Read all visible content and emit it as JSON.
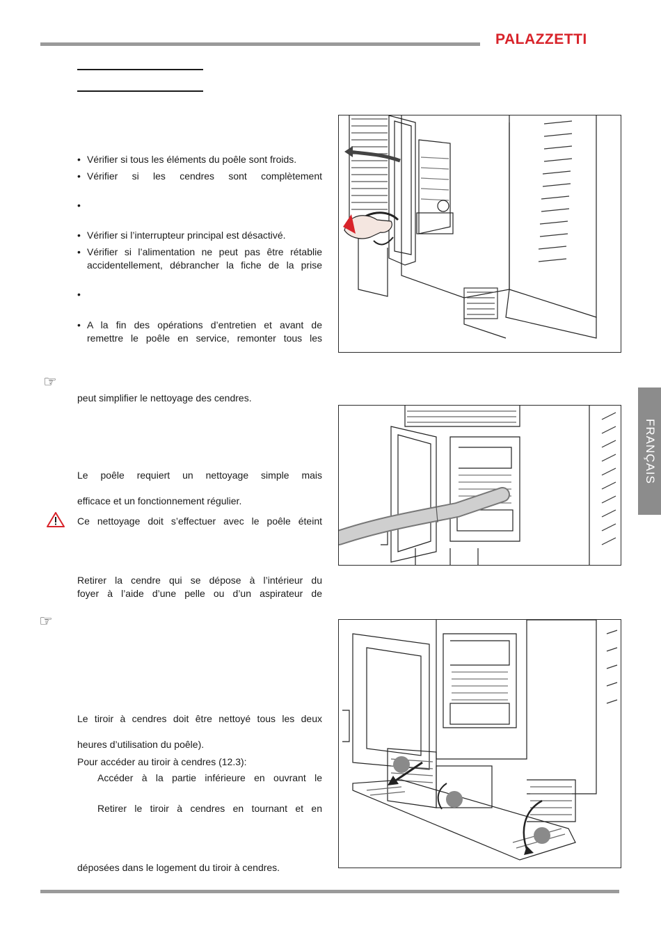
{
  "header": {
    "brand": "PALAZZETTI"
  },
  "side_tab": {
    "label": "FRANÇAIS"
  },
  "safety_bullets": [
    {
      "lines": [
        "Vérifier si tous les éléments du poêle sont froids."
      ]
    },
    {
      "lines": [
        "Vérifier si les cendres sont complètement"
      ]
    },
    {
      "lines": [
        ""
      ]
    },
    {
      "lines": [
        "Vérifier si l’interrupteur principal est désactivé."
      ]
    },
    {
      "lines": [
        "Vérifier si l’alimentation ne peut pas être rétablie",
        "accidentellement, débrancher la fiche de la prise"
      ]
    },
    {
      "lines": [
        ""
      ]
    },
    {
      "lines": [
        "A la fin des opérations d’entretien et avant de",
        "remettre le poêle en service, remonter tous les"
      ]
    }
  ],
  "note1": {
    "text": "peut simplifier le nettoyage des cendres."
  },
  "cleaning": {
    "line1": "Le poêle requiert un nettoyage simple mais",
    "line2": "efficace et un fonctionnement régulier.",
    "warning": "Ce nettoyage doit s’effectuer avec le poêle éteint"
  },
  "hearth": {
    "line1": "Retirer la cendre qui se dépose à l’intérieur du",
    "line2": "foyer à l’aide d’une pelle ou d’un aspirateur de"
  },
  "drawer": {
    "line1": "Le tiroir à cendres doit être nettoyé tous les deux",
    "line2": "heures d’utilisation du poêle).",
    "line3": "Pour accéder au tiroir à cendres (12.3):",
    "step1": "Accéder à la partie inférieure en ouvrant le",
    "step2": "Retirer le tiroir à cendres en tournant et en",
    "line4": "déposées dans le logement du tiroir à cendres."
  },
  "colors": {
    "brand": "#d8232a",
    "rule": "#9a9a9a",
    "tab": "#8c8c8c"
  },
  "icons": [
    "pointing-hand-icon",
    "warning-triangle-icon"
  ]
}
